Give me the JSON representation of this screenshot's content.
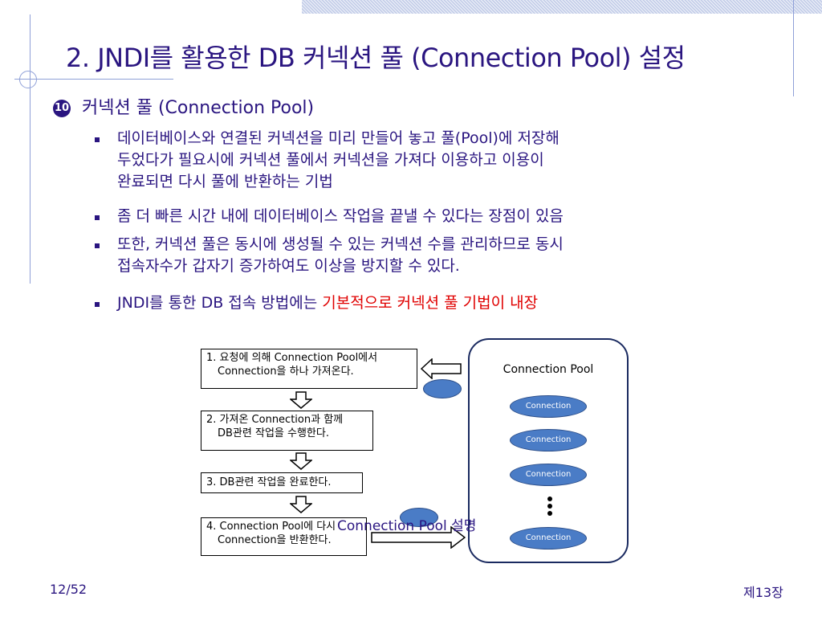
{
  "title": "2. JNDI를 활용한 DB 커넥션 풀 (Connection Pool) 설정",
  "bullet_l1": {
    "marker": "10",
    "text": "커넥션 풀 (Connection Pool)"
  },
  "bullets": [
    {
      "lines": [
        "데이터베이스와 연결된 커넥션을 미리 만들어 놓고 풀(Pool)에 저장해",
        "두었다가 필요시에 커넥션 풀에서 커넥션을 가져다 이용하고 이용이",
        "완료되면 다시 풀에 반환하는 기법"
      ]
    },
    {
      "lines": [
        "좀 더 빠른 시간 내에 데이터베이스 작업을 끝낼 수 있다는 장점이 있음"
      ]
    },
    {
      "lines": [
        "또한, 커넥션 풀은 동시에 생성될 수 있는 커넥션 수를 관리하므로 동시",
        "접속자수가 갑자기 증가하여도 이상을 방지할 수 있다."
      ]
    },
    {
      "prefix": "JNDI를 통한 DB 접속 방법에는 ",
      "highlight": "기본적으로 커넥션 풀 기법이 내장"
    }
  ],
  "diagram": {
    "steps": [
      [
        "1. 요청에 의해 Connection Pool에서",
        "Connection을 하나 가져온다."
      ],
      [
        "2. 가져온 Connection과 함께",
        "DB관련 작업을 수행한다."
      ],
      [
        "3. DB관련 작업을 완료한다."
      ],
      [
        "4. Connection Pool에 다시",
        "Connection을 반환한다."
      ]
    ],
    "pool_title": "Connection Pool",
    "connection_label": "Connection",
    "caption": "Connection Pool 설명"
  },
  "footer": {
    "page": "12/52",
    "chapter": "제13장"
  },
  "colors": {
    "text": "#2a1580",
    "highlight": "#e00000",
    "connection": "#4a7cc6",
    "frame": "#8fa0d8"
  }
}
